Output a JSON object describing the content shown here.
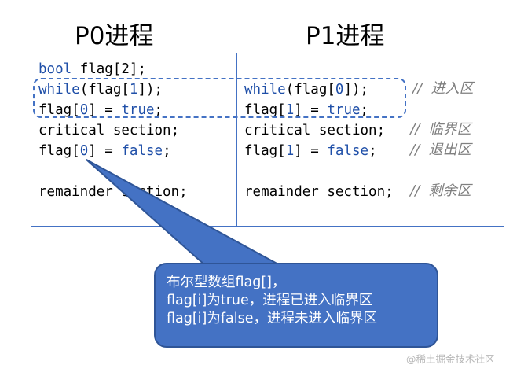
{
  "titles": {
    "p0": "P0进程",
    "p1": "P1进程"
  },
  "p0_code": {
    "line1": {
      "kw": "bool",
      "rest": " flag[2];"
    },
    "line2": {
      "kw": "while",
      "a": "(flag[",
      "num": "1",
      "b": "]);"
    },
    "line3": {
      "a": "flag[",
      "num": "0",
      "b": "] = ",
      "kw": "true",
      "c": ";"
    },
    "line4": {
      "text": "critical section;"
    },
    "line5": {
      "a": "flag[",
      "num": "0",
      "b": "] = ",
      "kw": "false",
      "c": ";"
    },
    "line6": {
      "text": "remainder section;"
    }
  },
  "p1_code": {
    "line2": {
      "kw": "while",
      "a": "(flag[",
      "num": "0",
      "b": "]);"
    },
    "line3": {
      "a": "flag[",
      "num": "1",
      "b": "] = ",
      "kw": "true",
      "c": ";"
    },
    "line4": {
      "text": "critical section;"
    },
    "line5": {
      "a": "flag[",
      "num": "1",
      "b": "] = ",
      "kw": "false",
      "c": ";"
    },
    "line6": {
      "text": "remainder section;"
    }
  },
  "comments": {
    "entry": "//  进入区",
    "critical": "//  临界区",
    "exit": "//  退出区",
    "remainder": "//  剩余区"
  },
  "callout": {
    "line1": "布尔型数组flag[]，",
    "line2": "flag[i]为true，进程已进入临界区",
    "line3": "flag[i]为false，进程未进入临界区"
  },
  "watermark": "@稀土掘金技术社区",
  "colors": {
    "accent": "#4472c4",
    "keyword": "#1f4fa8",
    "comment": "#7f7f7f"
  }
}
